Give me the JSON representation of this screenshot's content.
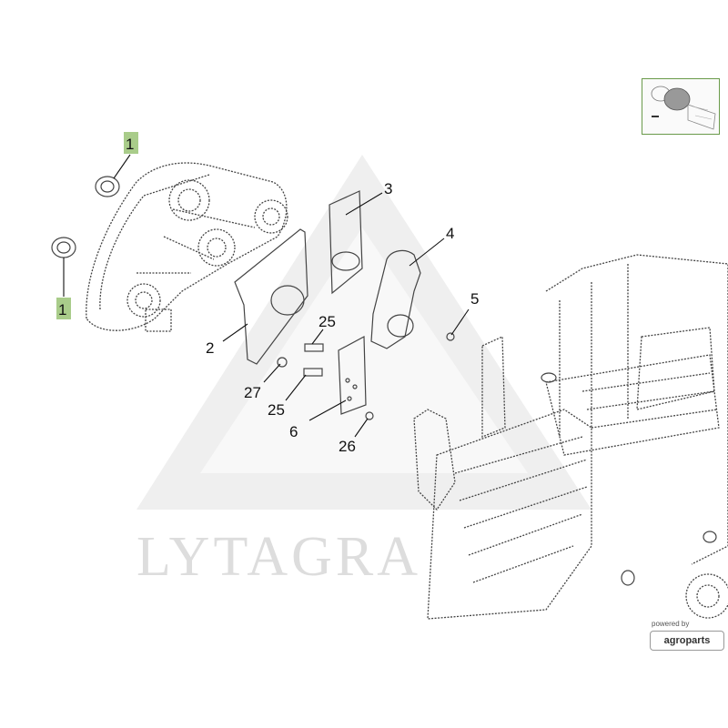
{
  "watermark": {
    "text": "LYTAGRA"
  },
  "thumbnail": {
    "icon": "overview-thumbnail-icon"
  },
  "branding": {
    "powered_by": "powered by",
    "vendor": "agroparts"
  },
  "callouts": [
    {
      "label": "1",
      "highlight": true
    },
    {
      "label": "1",
      "highlight": true
    },
    {
      "label": "2",
      "highlight": false
    },
    {
      "label": "3",
      "highlight": false
    },
    {
      "label": "4",
      "highlight": false
    },
    {
      "label": "5",
      "highlight": false
    },
    {
      "label": "6",
      "highlight": false
    },
    {
      "label": "25",
      "highlight": false
    },
    {
      "label": "25",
      "highlight": false
    },
    {
      "label": "26",
      "highlight": false
    },
    {
      "label": "27",
      "highlight": false
    }
  ],
  "colors": {
    "highlight": "#a9cc8a",
    "line": "#444444",
    "watermark": "#dddddd",
    "frame": "#6a9a4a"
  }
}
